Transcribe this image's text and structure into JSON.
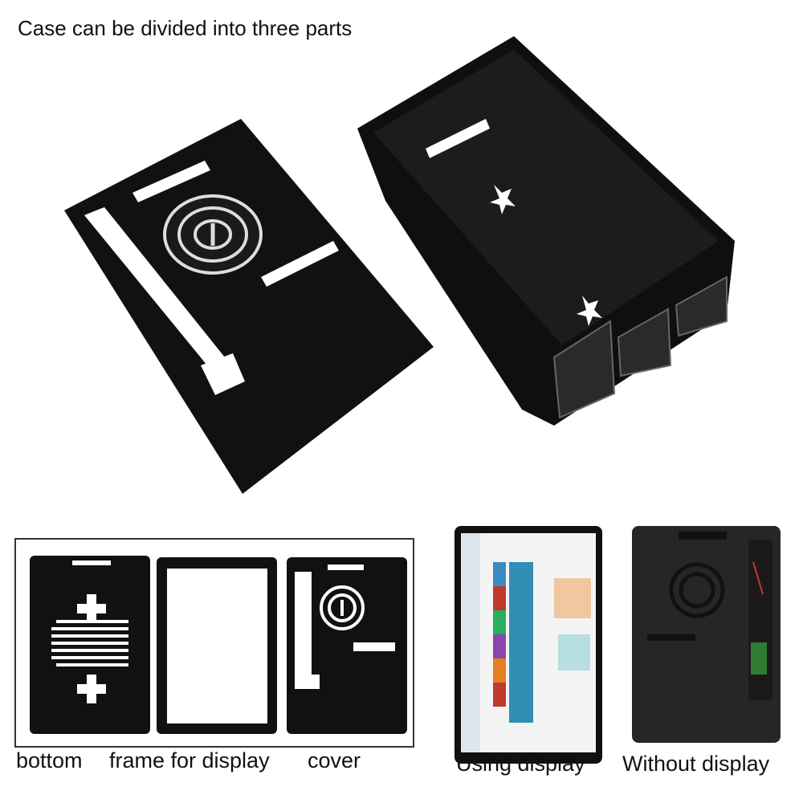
{
  "title": "Case can be divided into three parts",
  "parts": {
    "bottom": "bottom",
    "frame": "frame for display",
    "cover": "cover"
  },
  "variants": {
    "with_display": "Using display",
    "without_display": "Without display"
  },
  "colors": {
    "case": "#0d0d0d",
    "background": "#ffffff"
  }
}
